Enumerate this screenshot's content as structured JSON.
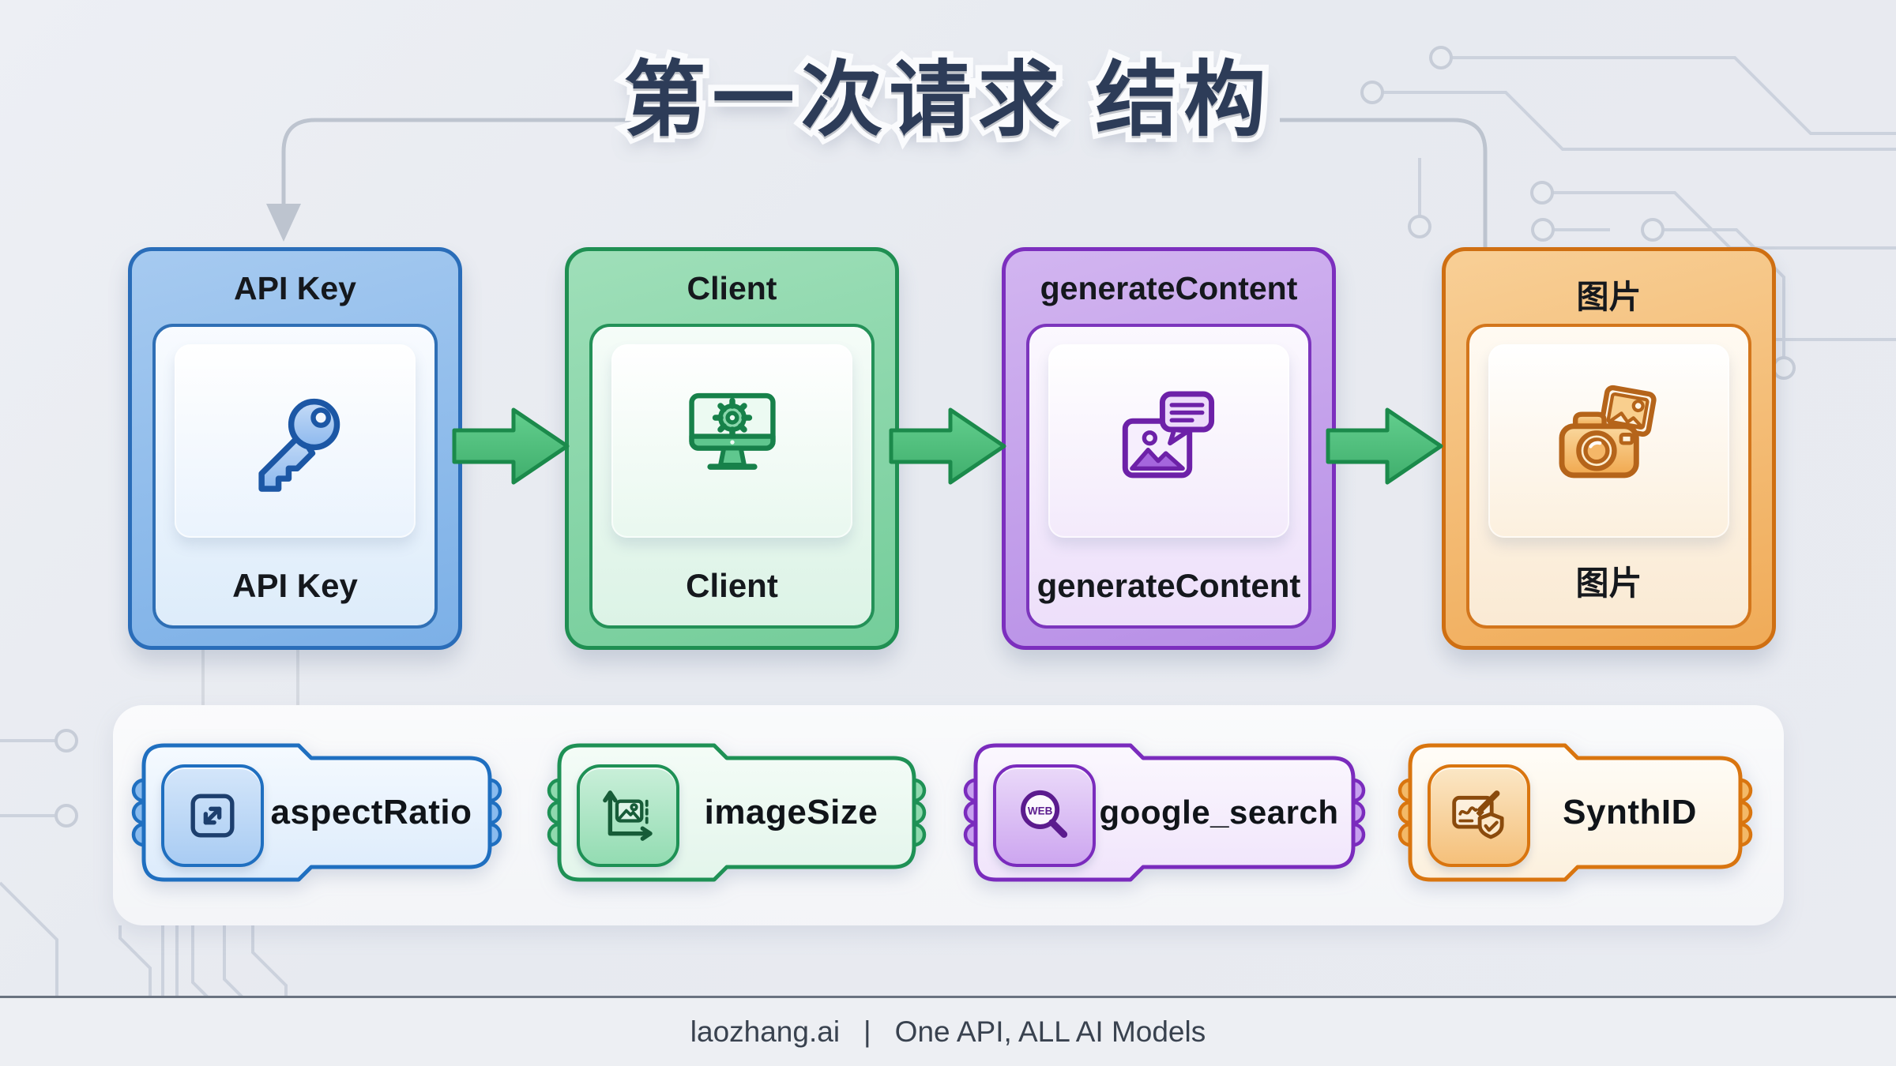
{
  "title": "第一次请求 结构",
  "cards": [
    {
      "header": "API Key",
      "label": "API Key",
      "icon": "key-icon",
      "colors": {
        "bd": "#2a6db9",
        "bg1": "#a6caf0",
        "bg2": "#7cb0e7",
        "bd2": "#2f6fb5",
        "in1": "#f8fbff",
        "in2": "#ddecfa",
        "tile2": "#eaf3fd"
      }
    },
    {
      "header": "Client",
      "label": "Client",
      "icon": "monitor-gear-icon",
      "colors": {
        "bd": "#1f8f52",
        "bg1": "#9fdfb9",
        "bg2": "#74cd9a",
        "bd2": "#249158",
        "in1": "#f5fcf8",
        "in2": "#dcf3e6",
        "tile2": "#e9f8ef"
      }
    },
    {
      "header": "generateContent",
      "label": "generateContent",
      "icon": "image-chat-icon",
      "colors": {
        "bd": "#7c2fbe",
        "bg1": "#d2b5f0",
        "bg2": "#b78ee6",
        "bd2": "#7c35bd",
        "in1": "#fbf8fe",
        "in2": "#eddffa",
        "tile2": "#f3eafb"
      }
    },
    {
      "header": "图片",
      "label": "图片",
      "icon": "camera-photo-icon",
      "colors": {
        "bd": "#cf6f12",
        "bg1": "#f8cf96",
        "bg2": "#f0ab58",
        "bd2": "#d3761c",
        "in1": "#fffaf2",
        "in2": "#faead4",
        "tile2": "#fcf0de"
      }
    }
  ],
  "arrows": {
    "fill_top": "#63cf8e",
    "fill_bottom": "#3fae6c",
    "border": "#1b8a4b",
    "count": 3
  },
  "chips": [
    {
      "label": "aspectRatio",
      "icon": "aspect-ratio-icon",
      "colors": {
        "bd": "#1f6fc0",
        "body1": "#f5faff",
        "body2": "#dcebfb",
        "bump": "#8abbee",
        "box1": "#d4e6fa",
        "box2": "#a9ccf3",
        "glyph": "#1d3f6e"
      }
    },
    {
      "label": "imageSize",
      "icon": "image-size-icon",
      "colors": {
        "bd": "#1e9155",
        "body1": "#f4fcf7",
        "body2": "#e3f5eb",
        "bump": "#8fd9ae",
        "box1": "#c9efd9",
        "box2": "#93dcb2",
        "glyph": "#175c38"
      }
    },
    {
      "label": "google_search",
      "icon": "web-search-icon",
      "icon_text": "WEB",
      "colors": {
        "bd": "#7a2bbd",
        "body1": "#fbf8fe",
        "body2": "#f0e4fb",
        "bump": "#c7a0ef",
        "box1": "#ead9f9",
        "box2": "#cda6f0",
        "glyph": "#5b1b8e"
      }
    },
    {
      "label": "SynthID",
      "icon": "signature-shield-icon",
      "colors": {
        "bd": "#d9750f",
        "body1": "#fffdf8",
        "body2": "#fcf0dd",
        "bump": "#f3b968",
        "box1": "#fbe7c6",
        "box2": "#f5c07a",
        "glyph": "#8a4a0c"
      }
    }
  ],
  "footer": {
    "brand": "laozhang.ai",
    "separator": "|",
    "tagline": "One API, ALL AI Models"
  },
  "background": {
    "trace_color": "#ccd2dd",
    "connector_color": "#bdc4cf",
    "canvas": "#e9ebf1",
    "footer_rule": "#6a7380"
  }
}
